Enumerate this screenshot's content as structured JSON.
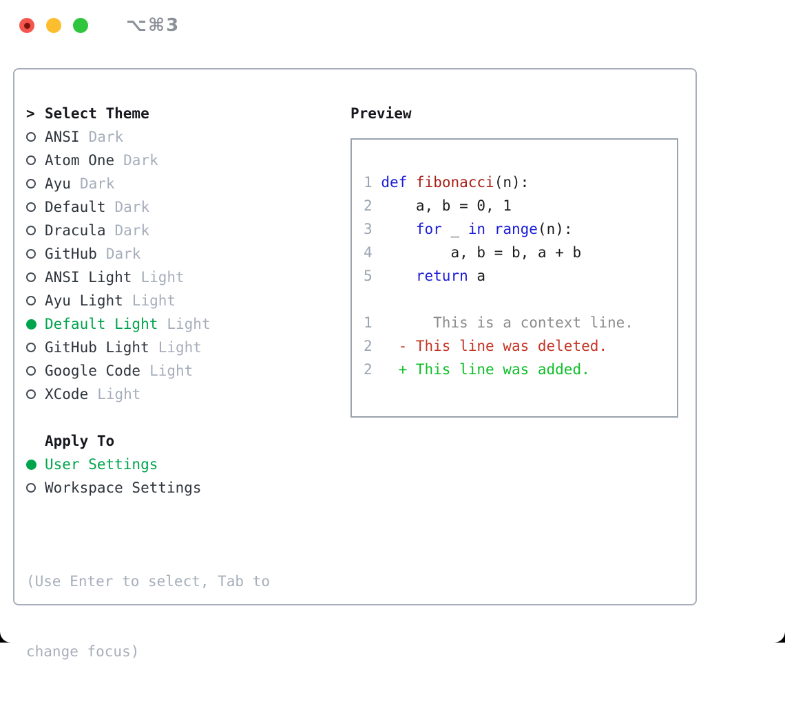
{
  "window": {
    "title": "⌥⌘3"
  },
  "theme_selector": {
    "prompt": ">",
    "title": "Select Theme",
    "items": [
      {
        "name": "ANSI",
        "variant": "Dark",
        "selected": false
      },
      {
        "name": "Atom One",
        "variant": "Dark",
        "selected": false
      },
      {
        "name": "Ayu",
        "variant": "Dark",
        "selected": false
      },
      {
        "name": "Default",
        "variant": "Dark",
        "selected": false
      },
      {
        "name": "Dracula",
        "variant": "Dark",
        "selected": false
      },
      {
        "name": "GitHub",
        "variant": "Dark",
        "selected": false
      },
      {
        "name": "ANSI Light",
        "variant": "Light",
        "selected": false
      },
      {
        "name": "Ayu Light",
        "variant": "Light",
        "selected": false
      },
      {
        "name": "Default Light",
        "variant": "Light",
        "selected": true
      },
      {
        "name": "GitHub Light",
        "variant": "Light",
        "selected": false
      },
      {
        "name": "Google Code",
        "variant": "Light",
        "selected": false
      },
      {
        "name": "XCode",
        "variant": "Light",
        "selected": false
      }
    ],
    "apply_to": {
      "title": "Apply To",
      "options": [
        {
          "label": "User Settings",
          "selected": true
        },
        {
          "label": "Workspace Settings",
          "selected": false
        }
      ]
    },
    "hint_lines": [
      "(Use Enter to select, Tab to",
      "change focus)"
    ]
  },
  "preview": {
    "title": "Preview",
    "code_lines": [
      {
        "tokens": [
          {
            "c": "num",
            "t": "1"
          },
          {
            "c": "plain",
            "t": " "
          },
          {
            "c": "kw",
            "t": "def"
          },
          {
            "c": "plain",
            "t": " "
          },
          {
            "c": "fn",
            "t": "fibonacci"
          },
          {
            "c": "plain",
            "t": "(n):"
          }
        ]
      },
      {
        "tokens": [
          {
            "c": "num",
            "t": "2"
          },
          {
            "c": "plain",
            "t": "     a, b = 0, 1"
          }
        ]
      },
      {
        "tokens": [
          {
            "c": "num",
            "t": "3"
          },
          {
            "c": "plain",
            "t": "     "
          },
          {
            "c": "kw",
            "t": "for"
          },
          {
            "c": "plain",
            "t": " _ "
          },
          {
            "c": "kw",
            "t": "in"
          },
          {
            "c": "plain",
            "t": " "
          },
          {
            "c": "kw",
            "t": "range"
          },
          {
            "c": "plain",
            "t": "(n):"
          }
        ]
      },
      {
        "tokens": [
          {
            "c": "num",
            "t": "4"
          },
          {
            "c": "plain",
            "t": "         a, b = b, a + b"
          }
        ]
      },
      {
        "tokens": [
          {
            "c": "num",
            "t": "5"
          },
          {
            "c": "plain",
            "t": "     "
          },
          {
            "c": "kw",
            "t": "return"
          },
          {
            "c": "plain",
            "t": " a"
          }
        ]
      }
    ],
    "diff_lines": [
      {
        "tokens": [
          {
            "c": "num",
            "t": "1"
          },
          {
            "c": "ctx",
            "t": "       This is a context line."
          }
        ]
      },
      {
        "tokens": [
          {
            "c": "num",
            "t": "2"
          },
          {
            "c": "del",
            "t": "   - This line was deleted."
          }
        ]
      },
      {
        "tokens": [
          {
            "c": "num",
            "t": "2"
          },
          {
            "c": "add",
            "t": "   + This line was added."
          }
        ]
      }
    ]
  },
  "colors": {
    "accent_green": "#00a44c",
    "added_green": "#0fbe27",
    "deleted_red": "#c43425",
    "keyword_blue": "#1a1cd8",
    "function_red": "#a91e15",
    "muted_gray": "#a6aebb",
    "line_number_gray": "#9aa5b3",
    "context_gray": "#8b8b8b",
    "text_dark": "#16181d",
    "item_text": "#2f343c",
    "panel_border": "#a8afba",
    "preview_border": "#9aa2ad",
    "close_red": "#f4564e",
    "close_dot": "#7c150c",
    "min_yellow": "#fcbe2f",
    "zoom_green": "#2fc63d",
    "title_gray": "#8c9199"
  }
}
